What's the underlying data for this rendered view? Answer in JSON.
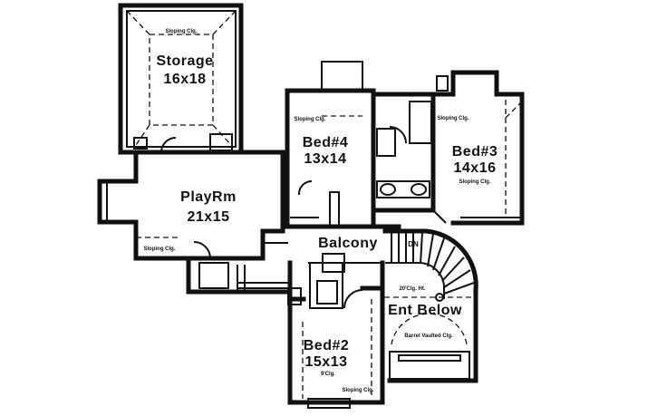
{
  "rooms": {
    "storage": {
      "name": "Storage",
      "size": "16x18",
      "note": "Sloping Clg."
    },
    "playroom": {
      "name": "PlayRm",
      "size": "21x15",
      "note": "Sloping Clg."
    },
    "bed4": {
      "name": "Bed#4",
      "size": "13x14",
      "note": "Sloping Clg."
    },
    "bed3": {
      "name": "Bed#3",
      "size": "14x16",
      "note": "Sloping Clg.",
      "note2": "Sloping Clg."
    },
    "balcony": {
      "name": "Balcony"
    },
    "stairs": {
      "label": "DN"
    },
    "entry": {
      "name": "Ent Below",
      "note": "20'Clg. Ht.",
      "note2": "Barrel Vaulted Clg."
    },
    "bed2": {
      "name": "Bed#2",
      "size": "15x13",
      "note": "9'Clg.",
      "note2": "Sloping Clg."
    }
  }
}
